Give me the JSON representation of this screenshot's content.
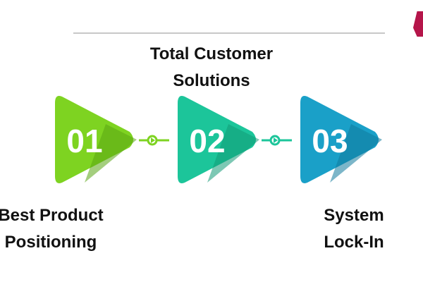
{
  "top_label": "Total Customer\nSolutions",
  "left_label": "Best Product\nPositioning",
  "right_label": "System\nLock-In",
  "steps": [
    {
      "number": "01",
      "color": "#7ed321",
      "shade": "#5aa514"
    },
    {
      "number": "02",
      "color": "#1cc59a",
      "shade": "#139a76"
    },
    {
      "number": "03",
      "color": "#1aa0c8",
      "shade": "#117a9c"
    }
  ],
  "connector_colors": [
    "#7ed321",
    "#1cc59a"
  ],
  "accent_color": "#b5154a"
}
